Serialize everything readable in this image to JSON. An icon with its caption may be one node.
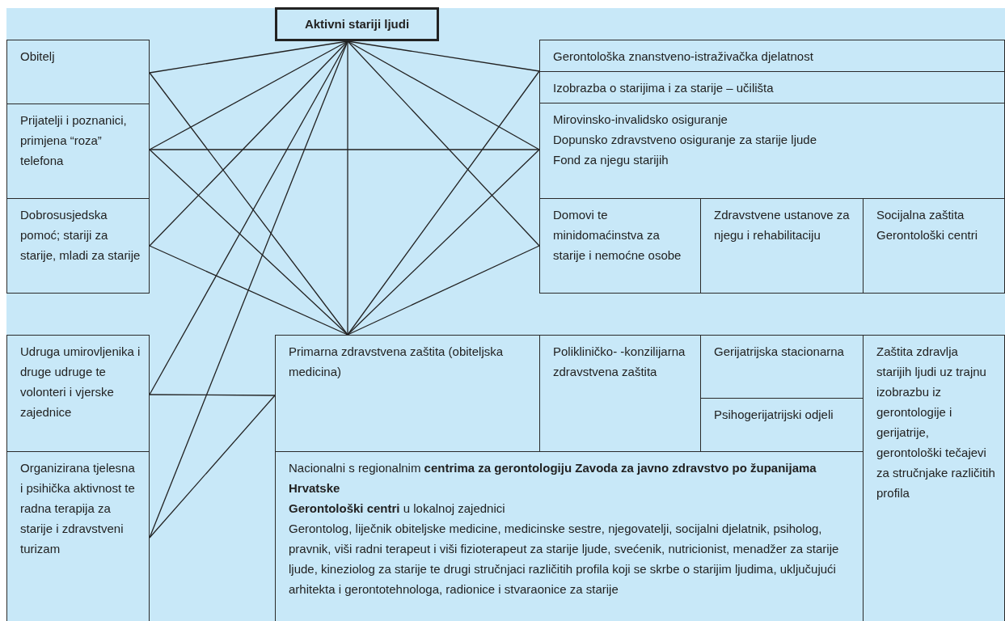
{
  "diagram": {
    "nodes": [
      {
        "text": [
          "Aktivni stariji ljudi"
        ]
      },
      {
        "text": [
          "Obitelj"
        ]
      },
      {
        "text": [
          "Prijatelji i poznanici, primjena “roza” telefona"
        ]
      },
      {
        "text": [
          "Dobrosusjedska pomoć; stariji za starije, mladi za starije"
        ]
      },
      {
        "text": [
          "Gerontološka znanstveno-istraživačka djelatnost"
        ]
      },
      {
        "text": [
          "Izobrazba o starijima i za starije – učilišta"
        ]
      },
      {
        "text": [
          "Mirovinsko-invalidsko osiguranje",
          "Dopunsko zdravstveno osiguranje za starije ljude",
          "Fond za njegu starijih"
        ]
      },
      {
        "text": [
          "Domovi te minidomaćinstva za starije i nemoćne osobe"
        ]
      },
      {
        "text": [
          "Zdravstvene ustanove za njegu i rehabilitaciju"
        ]
      },
      {
        "text": [
          "Socijalna zaštita",
          "Gerontološki centri"
        ]
      },
      {
        "text": [
          "Udruga umirovljenika i druge udruge te volonteri i vjerske zajednice"
        ]
      },
      {
        "text": [
          "Organizirana tjelesna i psihička aktivnost te radna terapija za starije i zdravstveni turizam"
        ]
      },
      {
        "text": [
          "Primarna zdravstvena zaštita (obiteljska medicina)"
        ]
      },
      {
        "text": [
          "Polikliničko- -konzilijarna zdravstvena zaštita"
        ]
      },
      {
        "text": [
          "Gerijatrijska stacionarna"
        ]
      },
      {
        "text": [
          "Psihogerijatrijski odjeli"
        ]
      },
      {
        "text": [
          "Zaštita zdravlja starijih ljudi uz trajnu izobrazbu iz gerontologije i gerijatrije, gerontološki tečajevi za stručnjake različitih profila"
        ]
      },
      {
        "text": [
          "Nacionalni s regionalnim **centrima za gerontologiju Zavoda za javno zdravstvo po županijama Hrvatske**",
          "**Gerontološki centri** u lokalnoj zajednici",
          "Gerontolog, liječnik obiteljske medicine, medicinske sestre, njegovatelji, socijalni djelatnik, psiholog, pravnik, viši radni terapeut i viši fizioterapeut za starije ljude, svećenik, nutricionist, menadžer za starije ljude, kineziolog za starije te drugi stručnjaci različitih profila koji se skrbe o starijim ljudima, uključujući arhitekta i gerontotehnologa, radionice i stvaraonice za starije"
        ]
      }
    ],
    "edges": [
      {
        "from": 0,
        "to": 1,
        "arrow": "none"
      },
      {
        "from": 0,
        "to": 2,
        "arrow": "none"
      },
      {
        "from": 0,
        "to": 3,
        "arrow": "none"
      },
      {
        "from": 0,
        "to": 10,
        "arrow": "none"
      },
      {
        "from": 0,
        "to": 11,
        "arrow": "none"
      },
      {
        "from": 0,
        "to": 12,
        "arrow": "none"
      },
      {
        "from": 0,
        "to": 4,
        "arrow": "none"
      },
      {
        "from": 0,
        "to": 6,
        "arrow": "none"
      },
      {
        "from": 0,
        "to": 7,
        "arrow": "none"
      },
      {
        "from": 12,
        "to": 1,
        "arrow": "none"
      },
      {
        "from": 12,
        "to": 2,
        "arrow": "none"
      },
      {
        "from": 12,
        "to": 3,
        "arrow": "none"
      },
      {
        "from": 12,
        "to": 4,
        "arrow": "none"
      },
      {
        "from": 12,
        "to": 6,
        "arrow": "none"
      },
      {
        "from": 12,
        "to": 7,
        "arrow": "none"
      },
      {
        "from": 2,
        "to": 6,
        "arrow": "none"
      },
      {
        "from": 10,
        "to": 12,
        "arrow": "none"
      },
      {
        "from": 11,
        "to": 12,
        "arrow": "none"
      }
    ]
  }
}
